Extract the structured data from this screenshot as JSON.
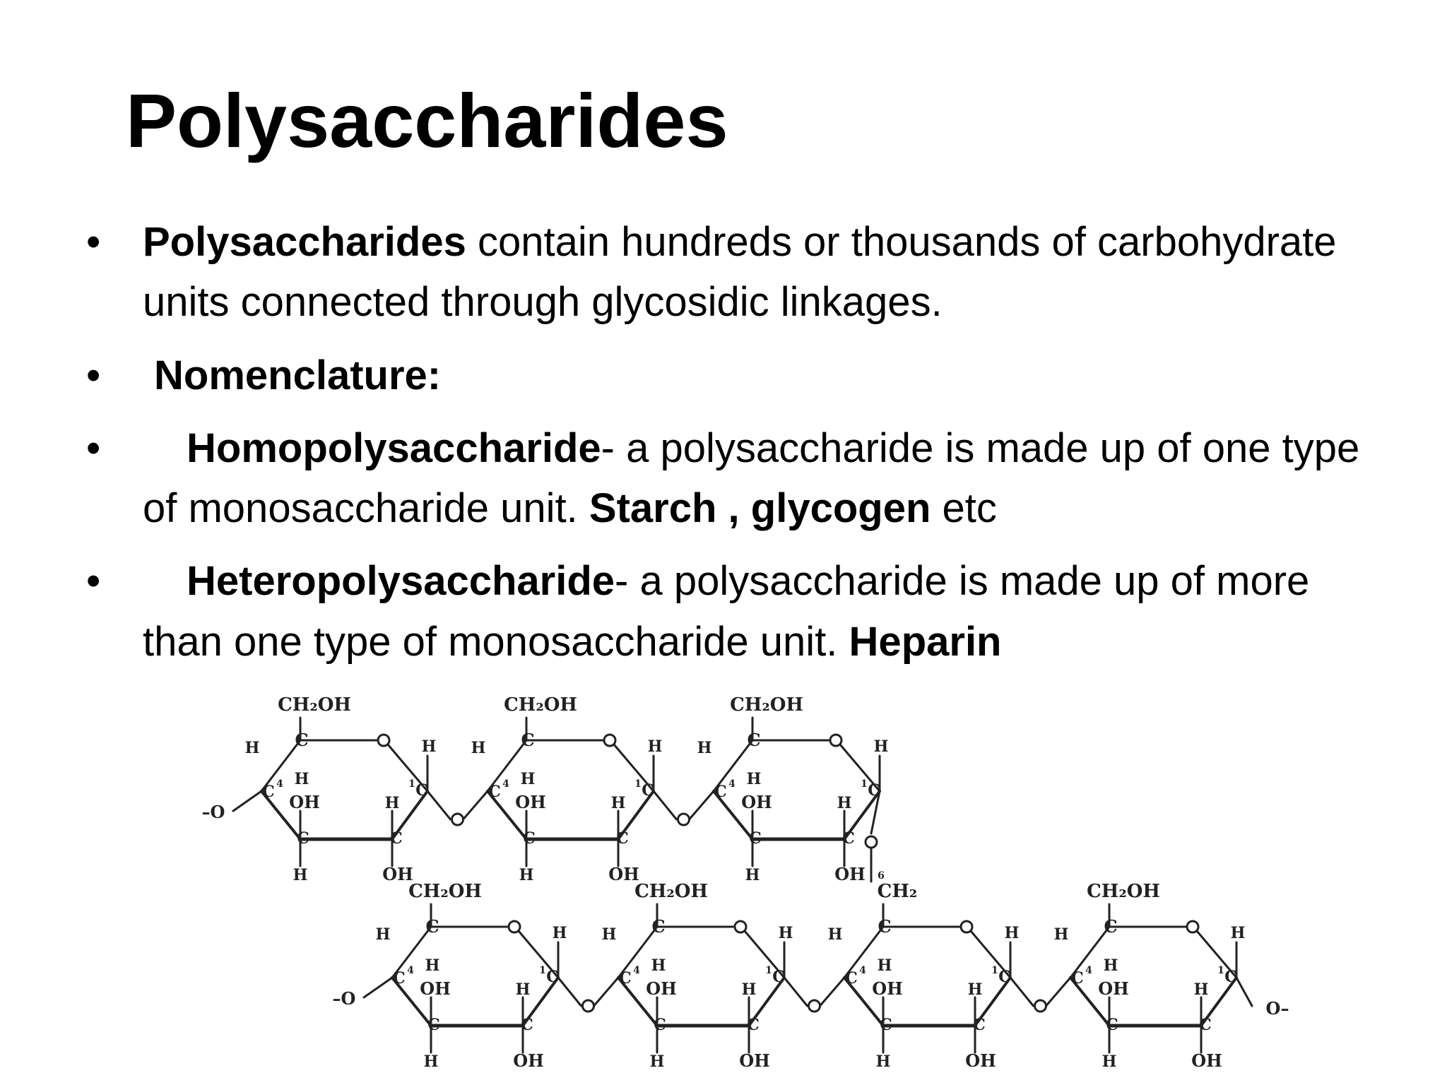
{
  "slide": {
    "title": "Polysaccharides",
    "bullets": [
      {
        "lead_bold": "Polysaccharides",
        "text": " contain hundreds or thousands of carbohydrate units connected through glycosidic linkages."
      },
      {
        "lead_bold": "Nomenclature:"
      },
      {
        "lead_bold": "Homopolysaccharide",
        "text": "- a polysaccharide is made up of one type of monosaccharide unit. ",
        "examples_bold": "Starch , glycogen",
        "tail": " etc"
      },
      {
        "lead_bold": "Heteropolysaccharide",
        "text": "- a polysaccharide is made up of more than one type of monosaccharide unit. ",
        "examples_bold": "Heparin"
      }
    ],
    "bullet_symbol": "•"
  },
  "diagram": {
    "labels": {
      "ch2oh": "CH₂OH",
      "ch2": "CH₂",
      "oh": "OH",
      "h": "H",
      "c": "C",
      "o": "O",
      "n1": "1",
      "n4": "4",
      "n6": "6",
      "o_left": "–O",
      "o_right": "O–"
    }
  }
}
